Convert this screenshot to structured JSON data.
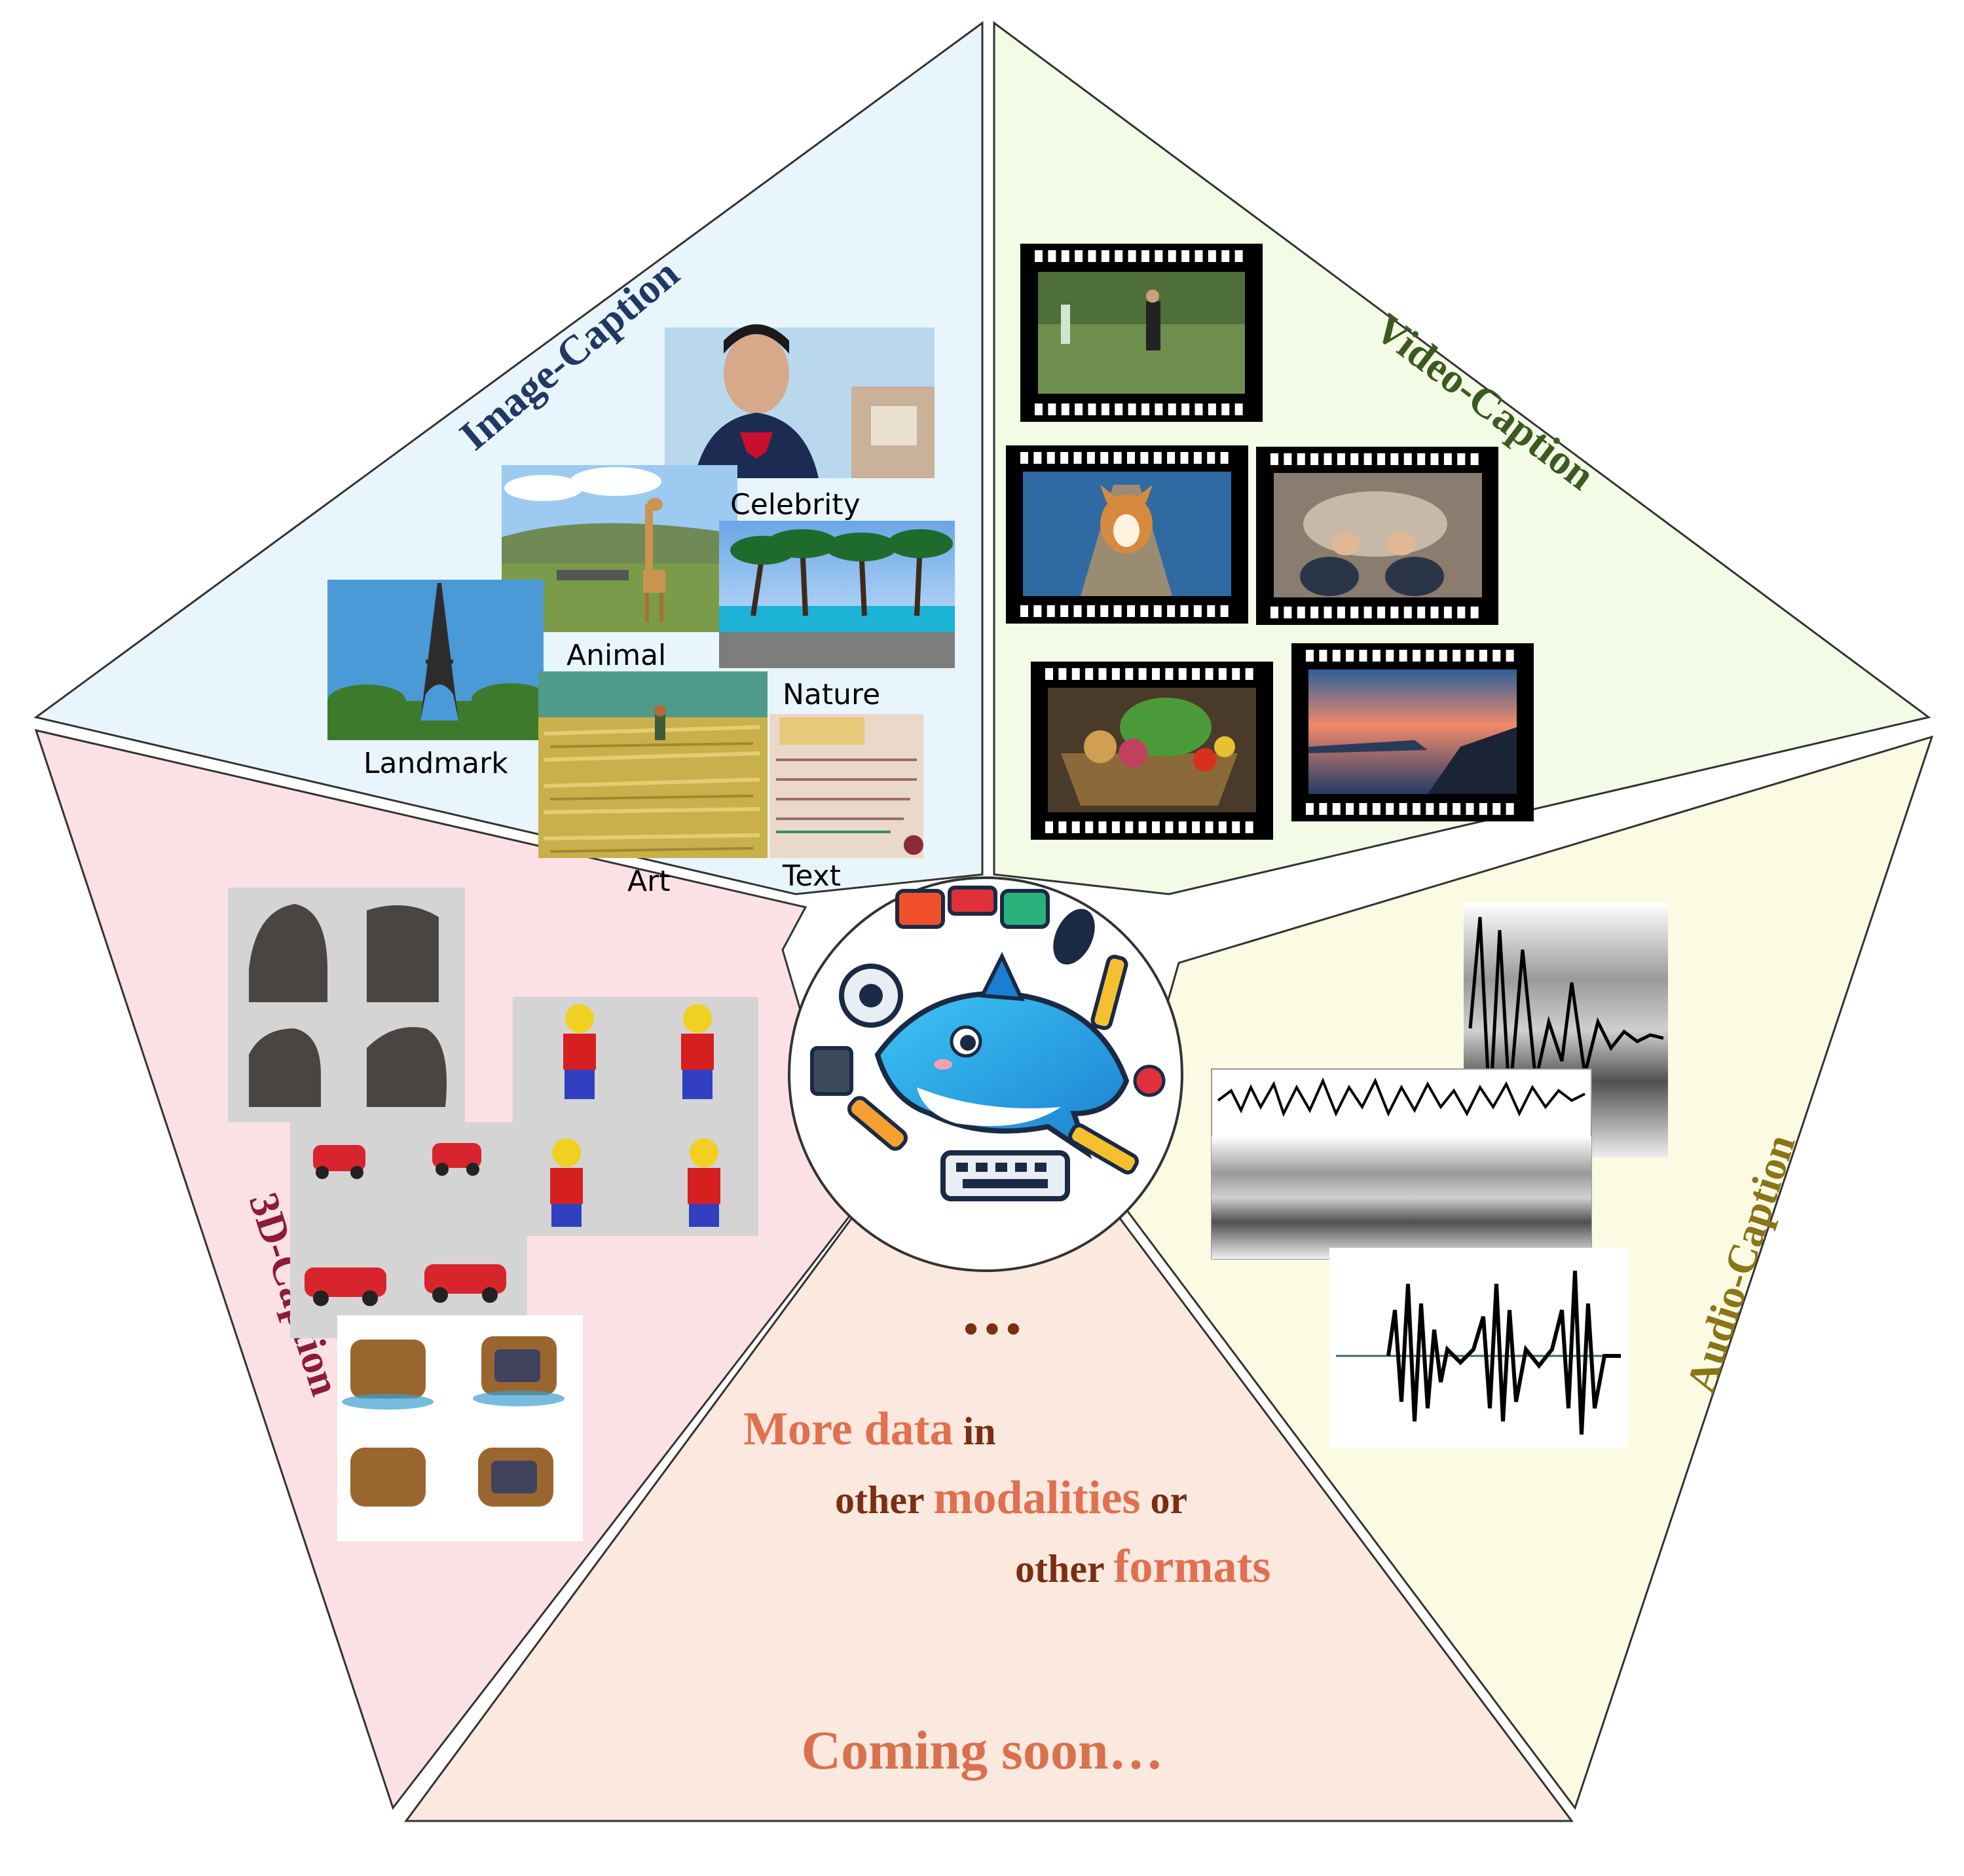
{
  "sections": {
    "image_caption": {
      "title": "Image-Caption",
      "title_color": "#1f3864",
      "background": "#e9f5fc",
      "categories": [
        "Celebrity",
        "Animal",
        "Nature",
        "Landmark",
        "Art",
        "Text"
      ]
    },
    "video_caption": {
      "title": "Video-Caption",
      "title_color": "#3b5a1f",
      "background": "#f3fbe6"
    },
    "audio_caption": {
      "title": "Audio-Caption",
      "title_color": "#8a7416",
      "background": "#fbfbe4"
    },
    "three_d_caption": {
      "title": "3D-Caption",
      "title_color": "#8b1a3c",
      "background": "#fbe1e6"
    },
    "coming_soon": {
      "background": "#fbe8de",
      "ellipsis": "•••",
      "line1": [
        {
          "text": "More data",
          "style": "accent"
        },
        {
          "text": " in",
          "style": "dark"
        }
      ],
      "line2": [
        {
          "text": "other ",
          "style": "dark"
        },
        {
          "text": "modalities",
          "style": "accent"
        },
        {
          "text": " or",
          "style": "dark"
        }
      ],
      "line3": [
        {
          "text": "other ",
          "style": "dark"
        },
        {
          "text": "formats",
          "style": "accent"
        }
      ],
      "footer": "Coming soon…",
      "accent_color": "#e07050",
      "dark_color": "#7a2e12",
      "footer_color": "#d9714e"
    }
  },
  "center_logo": {
    "icon": "dolphin-mascot-icon"
  }
}
